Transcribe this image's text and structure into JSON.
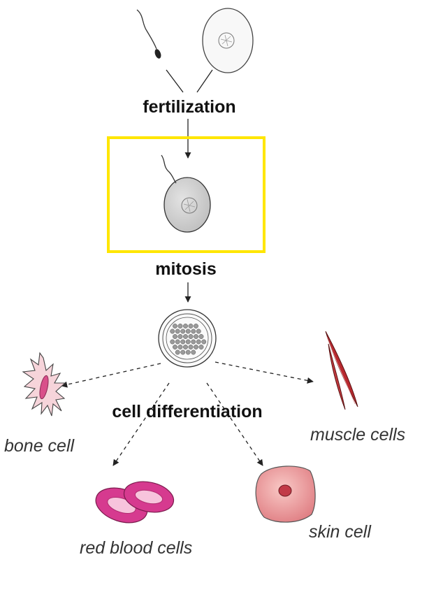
{
  "diagram": {
    "stages": {
      "fertilization": "fertilization",
      "mitosis": "mitosis",
      "differentiation": "cell differentiation"
    },
    "cells": {
      "bone": "bone cell",
      "muscle": "muscle cells",
      "red_blood": "red blood cells",
      "skin": "skin cell"
    },
    "colors": {
      "highlight_border": "#ffe600",
      "zygote_fill": "#d8d8d8",
      "bone_fill": "#f6d4da",
      "bone_nucleus": "#d94f8a",
      "muscle_fill": "#b8292f",
      "rbc_fill": "#d63a8f",
      "rbc_center": "#f7c4dc",
      "skin_fill": "#ec9a9a",
      "skin_nucleus": "#c13a47"
    }
  }
}
